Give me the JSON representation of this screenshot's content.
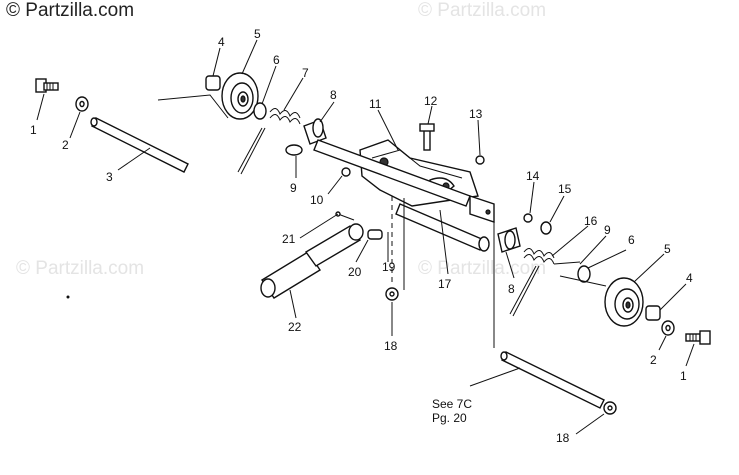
{
  "watermark": {
    "main": "© Partzilla.com",
    "ghost": "© Partzilla.com"
  },
  "callouts": {
    "c1a": "1",
    "c2a": "2",
    "c3": "3",
    "c4a": "4",
    "c5a": "5",
    "c6a": "6",
    "c7": "7",
    "c8a": "8",
    "c9a": "9",
    "c10": "10",
    "c11": "11",
    "c12": "12",
    "c13": "13",
    "c14": "14",
    "c15": "15",
    "c16": "16",
    "c17": "17",
    "c18a": "18",
    "c19": "19",
    "c20": "20",
    "c21": "21",
    "c22": "22",
    "c8b": "8",
    "c9b": "9",
    "c6b": "6",
    "c5b": "5",
    "c4b": "4",
    "c2b": "2",
    "c1b": "1",
    "c18b": "18"
  },
  "note": {
    "line1": "See 7C",
    "line2": "Pg. 20"
  }
}
